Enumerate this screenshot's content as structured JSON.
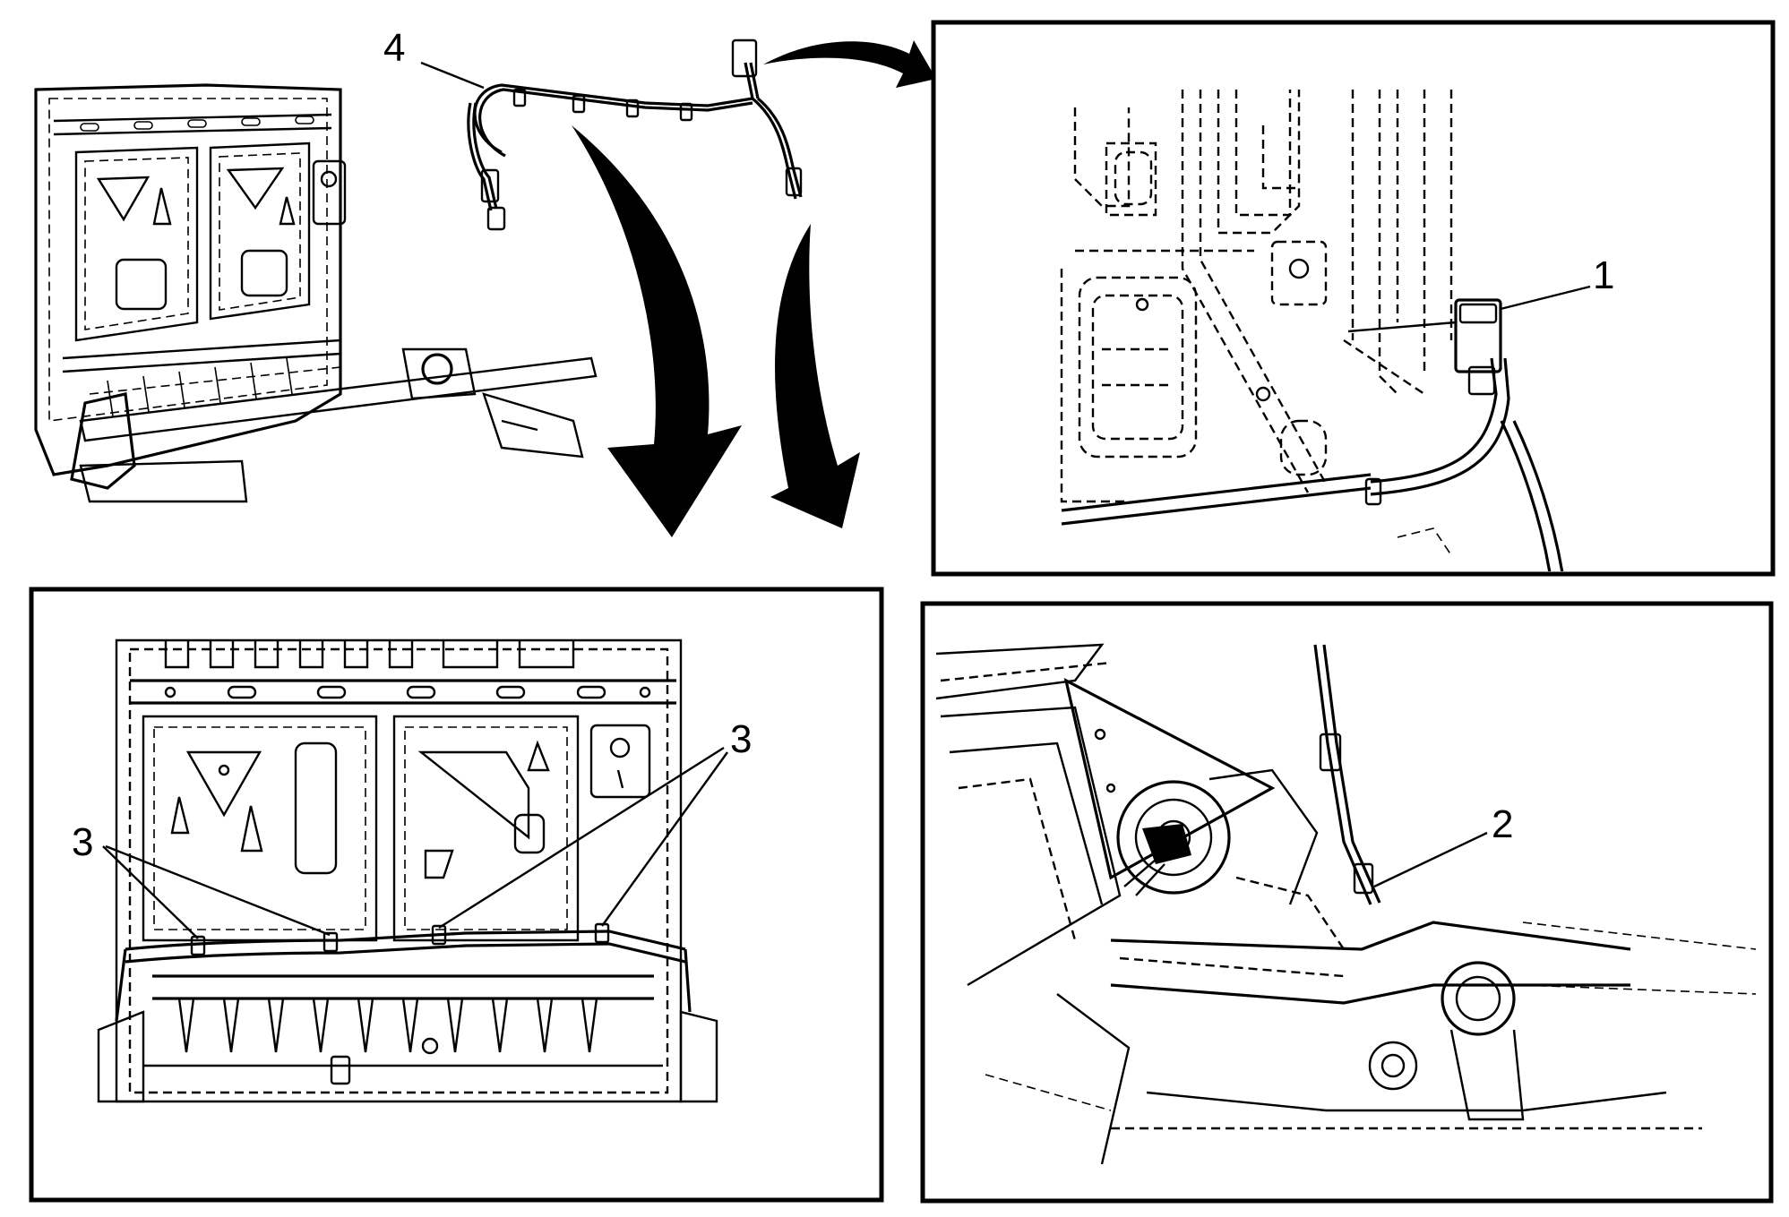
{
  "callouts": {
    "c1": "1",
    "c2": "2",
    "c3a": "3",
    "c3b": "3",
    "c4": "4"
  },
  "colors": {
    "ink": "#000000",
    "paper": "#ffffff"
  }
}
